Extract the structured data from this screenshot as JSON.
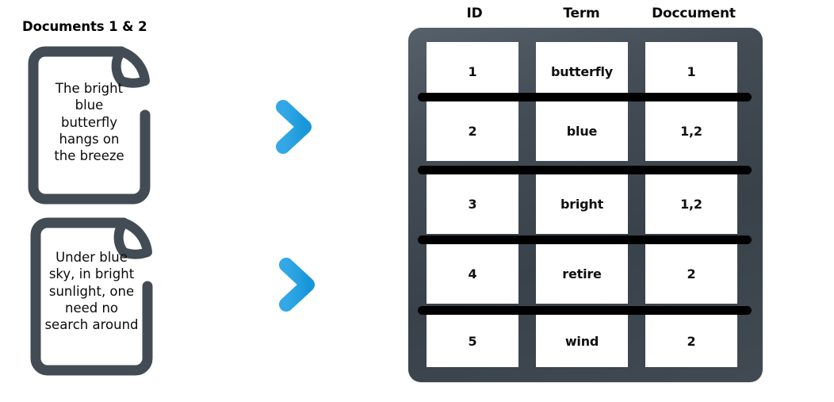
{
  "left": {
    "title": "Documents 1 & 2",
    "documents": [
      {
        "name": "document-1",
        "text": "The bright\nblue\nbutterfly\nhangs on\nthe breeze"
      },
      {
        "name": "document-2",
        "text": "Under blue\nsky, in bright\nsunlight, one\nneed no\nsearch around"
      }
    ],
    "arrows": [
      {
        "icon": "arrow-right-icon"
      },
      {
        "icon": "arrow-right-icon"
      }
    ]
  },
  "table": {
    "headers": [
      "ID",
      "Term",
      "Doccument"
    ],
    "rows": [
      {
        "id": "1",
        "term": "butterfly",
        "doccument": "1"
      },
      {
        "id": "2",
        "term": "blue",
        "doccument": "1,2"
      },
      {
        "id": "3",
        "term": "bright",
        "doccument": "1,2"
      },
      {
        "id": "4",
        "term": "retire",
        "doccument": "2"
      },
      {
        "id": "5",
        "term": "wind",
        "doccument": "2"
      }
    ]
  },
  "colors": {
    "doc_outline": "#434c55",
    "frame": "#3e474f",
    "separator": "#000000",
    "arrow": "#29a3e3",
    "cell_bg": "#ffffff",
    "text": "#0a0a0a"
  }
}
